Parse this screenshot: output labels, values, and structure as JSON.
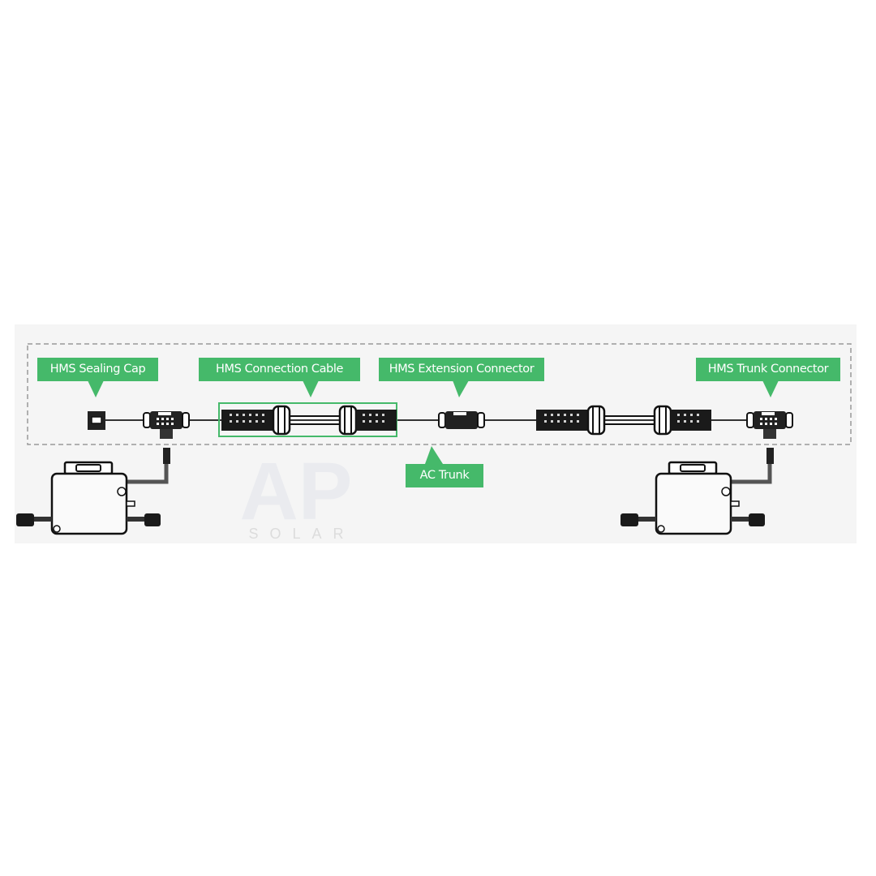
{
  "diagram": {
    "labels": {
      "sealing_cap": "HMS Sealing Cap",
      "connection_cable": "HMS Connection Cable",
      "extension_connector": "HMS Extension Connector",
      "trunk_connector": "HMS Trunk Connector",
      "ac_trunk": "AC Trunk"
    },
    "watermark": {
      "logo": "AP",
      "subtitle": "SOLAR"
    },
    "colors": {
      "label_bg": "#45b96a",
      "panel_bg": "#f5f5f5",
      "line": "#222222",
      "highlight": "#45b96a"
    }
  }
}
